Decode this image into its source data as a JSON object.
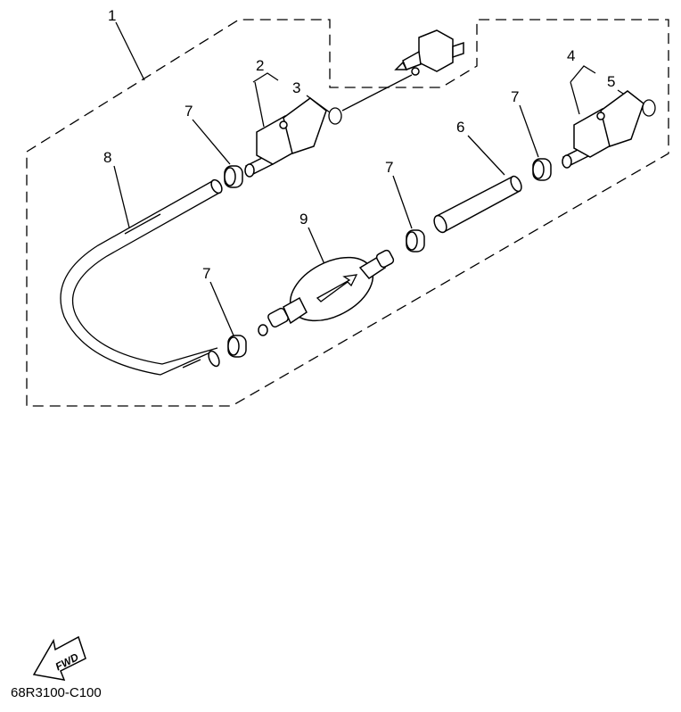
{
  "diagram": {
    "callouts": {
      "assembly": "1",
      "connector_a": "2",
      "oring_a": "3",
      "connector_b": "4",
      "oring_b": "5",
      "hose_short": "6",
      "clamp": "7",
      "hose_long": "8",
      "primer_bulb": "9"
    },
    "fwd_arrow_text": "FWD",
    "drawing_code": "68R3100-C100"
  }
}
